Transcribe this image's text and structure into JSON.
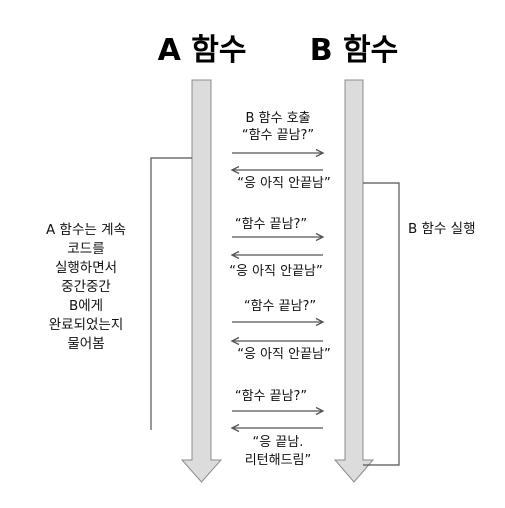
{
  "titles": {
    "a": "A 함수",
    "b": "B 함수"
  },
  "messages": [
    {
      "lines": [
        "B 함수 호출",
        "“함수 끝남?”"
      ],
      "direction": "a-to-b"
    },
    {
      "lines": [
        "“응 아직 안끝남”"
      ],
      "direction": "b-to-a"
    },
    {
      "lines": [
        "“함수 끝남?”"
      ],
      "direction": "a-to-b"
    },
    {
      "lines": [
        "“응 아직 안끝남”"
      ],
      "direction": "b-to-a"
    },
    {
      "lines": [
        "“함수 끝남?”"
      ],
      "direction": "a-to-b"
    },
    {
      "lines": [
        "“응 아직 안끝남”"
      ],
      "direction": "b-to-a"
    },
    {
      "lines": [
        "“함수 끝남?”"
      ],
      "direction": "a-to-b"
    },
    {
      "lines": [
        "“응 끝남.",
        "리턴해드림”"
      ],
      "direction": "b-to-a"
    }
  ],
  "notes": {
    "a": [
      "A 함수는 계속",
      "코드를",
      "실행하면서",
      "중간중간",
      "B에게",
      "완료되었는지",
      "물어봄"
    ],
    "b": "B 함수 실행"
  }
}
